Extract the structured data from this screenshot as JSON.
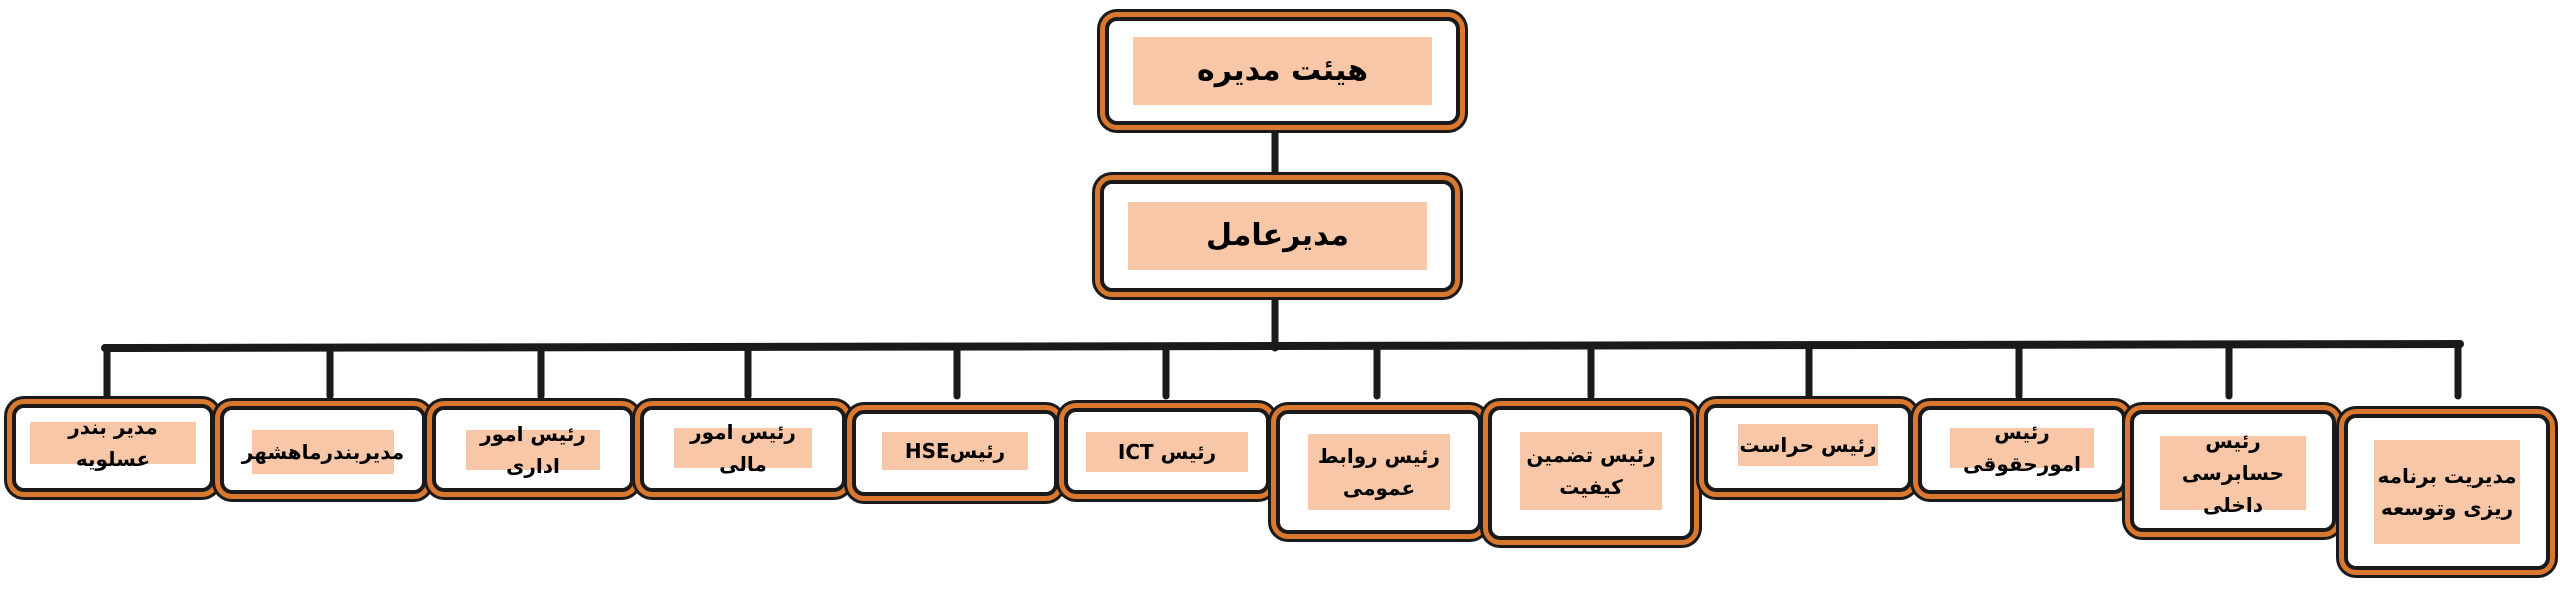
{
  "diagram": {
    "root": {
      "label": "هیئت مدیره"
    },
    "ceo": {
      "label": "مدیرعامل"
    },
    "departments": [
      {
        "id": "d1",
        "label": "مدیریت برنامه ریزی وتوسعه"
      },
      {
        "id": "d2",
        "label": "رئیس حسابرسی داخلی"
      },
      {
        "id": "d3",
        "label": "رئیس امورحقوقی"
      },
      {
        "id": "d4",
        "label": "رئیس حراست"
      },
      {
        "id": "d5",
        "label": "رئیس تضمین کیفیت"
      },
      {
        "id": "d6",
        "label": "رئیس روابط عمومی"
      },
      {
        "id": "d7",
        "label": "رئیس ICT"
      },
      {
        "id": "d8",
        "label": "رئیسHSE"
      },
      {
        "id": "d9",
        "label": "رئیس امور مالی"
      },
      {
        "id": "d10",
        "label": "رئیس امور اداری"
      },
      {
        "id": "d11",
        "label": "مدیربندرماهشهر"
      },
      {
        "id": "d12",
        "label": "مدیر بندر عسلویه"
      }
    ]
  },
  "colors": {
    "fill": "#f7c7a8",
    "frame": "#d9782e",
    "stroke": "#1a1a1a"
  }
}
